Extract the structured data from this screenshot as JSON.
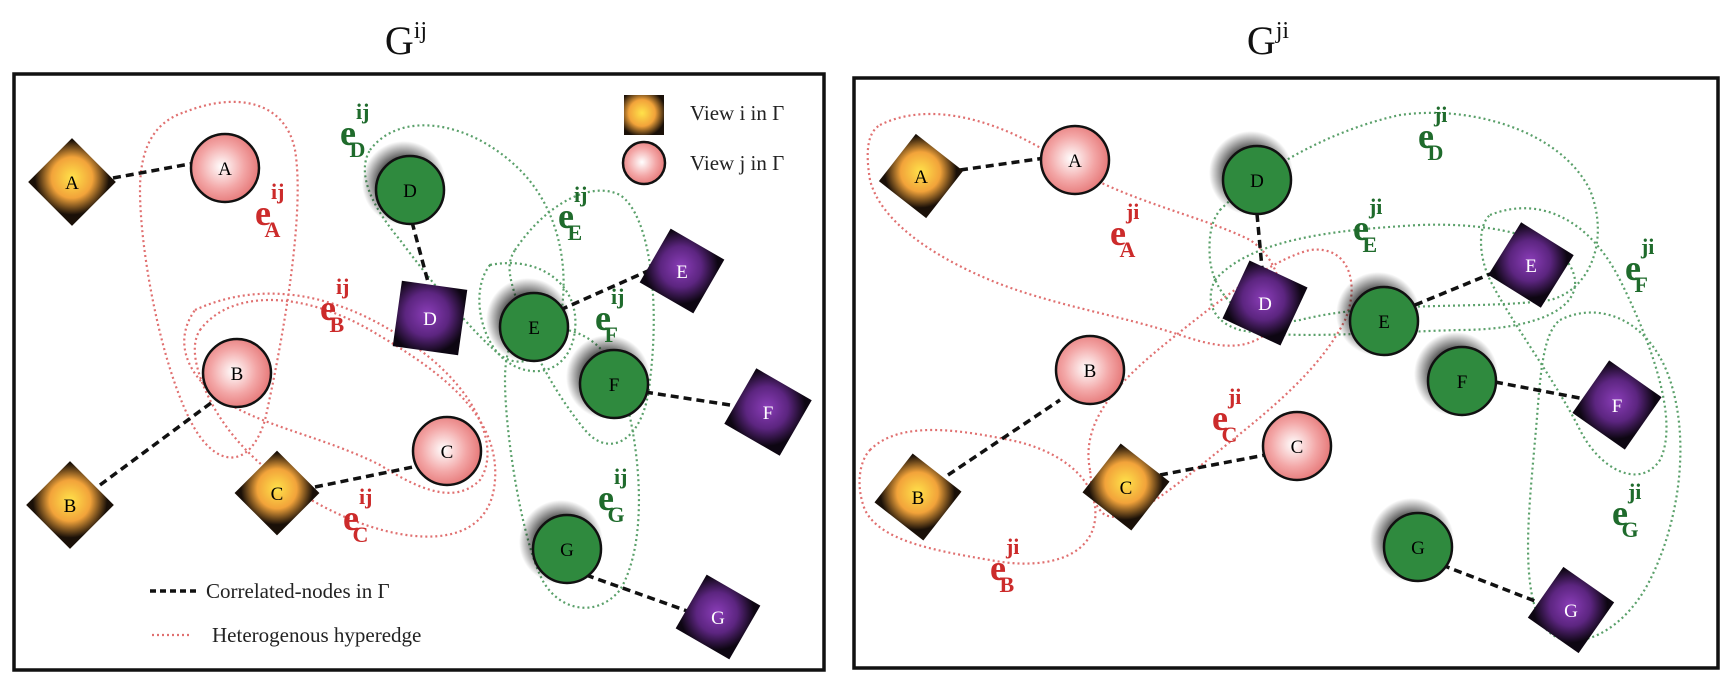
{
  "colors": {
    "view_i_fill": "#f2a33a",
    "view_j_fill": "#ee8a8a",
    "purple": "#6a2d8f",
    "green": "#2f8a3e",
    "red_label": "#cc2b2b",
    "green_label": "#1f6b2c",
    "red_hyperedge": "#e07070",
    "green_hyperedge": "#5aa06a"
  },
  "panels": [
    {
      "id": "ij",
      "title_base": "G",
      "title_sup": "ij",
      "legend": {
        "view_i": "View i in Γ",
        "view_j": "View j in Γ",
        "correlated": "Correlated-nodes in Γ",
        "hyperedge": "Heterogenous hyperedge"
      },
      "nodes": [
        {
          "label": "A"
        },
        {
          "label": "A"
        },
        {
          "label": "B"
        },
        {
          "label": "B"
        },
        {
          "label": "C"
        },
        {
          "label": "C"
        },
        {
          "label": "D"
        },
        {
          "label": "D"
        },
        {
          "label": "E"
        },
        {
          "label": "E"
        },
        {
          "label": "F"
        },
        {
          "label": "F"
        },
        {
          "label": "G"
        },
        {
          "label": "G"
        }
      ],
      "edge_labels": [
        {
          "base": "e",
          "sup": "ij",
          "sub": "A"
        },
        {
          "base": "e",
          "sup": "ij",
          "sub": "B"
        },
        {
          "base": "e",
          "sup": "ij",
          "sub": "C"
        },
        {
          "base": "e",
          "sup": "ij",
          "sub": "D"
        },
        {
          "base": "e",
          "sup": "ij",
          "sub": "E"
        },
        {
          "base": "e",
          "sup": "ij",
          "sub": "F"
        },
        {
          "base": "e",
          "sup": "ij",
          "sub": "G"
        }
      ]
    },
    {
      "id": "ji",
      "title_base": "G",
      "title_sup": "ji",
      "nodes": [
        {
          "label": "A"
        },
        {
          "label": "A"
        },
        {
          "label": "B"
        },
        {
          "label": "B"
        },
        {
          "label": "C"
        },
        {
          "label": "C"
        },
        {
          "label": "D"
        },
        {
          "label": "D"
        },
        {
          "label": "E"
        },
        {
          "label": "E"
        },
        {
          "label": "F"
        },
        {
          "label": "F"
        },
        {
          "label": "G"
        },
        {
          "label": "G"
        }
      ],
      "edge_labels": [
        {
          "base": "e",
          "sup": "ji",
          "sub": "A"
        },
        {
          "base": "e",
          "sup": "ji",
          "sub": "B"
        },
        {
          "base": "e",
          "sup": "ji",
          "sub": "C"
        },
        {
          "base": "e",
          "sup": "ji",
          "sub": "D"
        },
        {
          "base": "e",
          "sup": "ji",
          "sub": "E"
        },
        {
          "base": "e",
          "sup": "ji",
          "sub": "F"
        },
        {
          "base": "e",
          "sup": "ji",
          "sub": "G"
        }
      ]
    }
  ]
}
